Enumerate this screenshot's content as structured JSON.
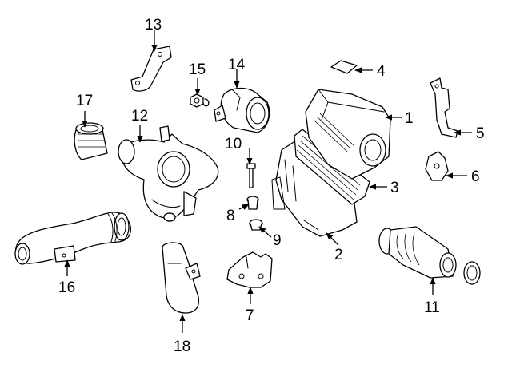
{
  "diagram": {
    "parts": [
      {
        "id": "1",
        "label": "1"
      },
      {
        "id": "2",
        "label": "2"
      },
      {
        "id": "3",
        "label": "3"
      },
      {
        "id": "4",
        "label": "4"
      },
      {
        "id": "5",
        "label": "5"
      },
      {
        "id": "6",
        "label": "6"
      },
      {
        "id": "7",
        "label": "7"
      },
      {
        "id": "8",
        "label": "8"
      },
      {
        "id": "9",
        "label": "9"
      },
      {
        "id": "10",
        "label": "10"
      },
      {
        "id": "11",
        "label": "11"
      },
      {
        "id": "12",
        "label": "12"
      },
      {
        "id": "13",
        "label": "13"
      },
      {
        "id": "14",
        "label": "14"
      },
      {
        "id": "15",
        "label": "15"
      },
      {
        "id": "16",
        "label": "16"
      },
      {
        "id": "17",
        "label": "17"
      },
      {
        "id": "18",
        "label": "18"
      }
    ]
  }
}
